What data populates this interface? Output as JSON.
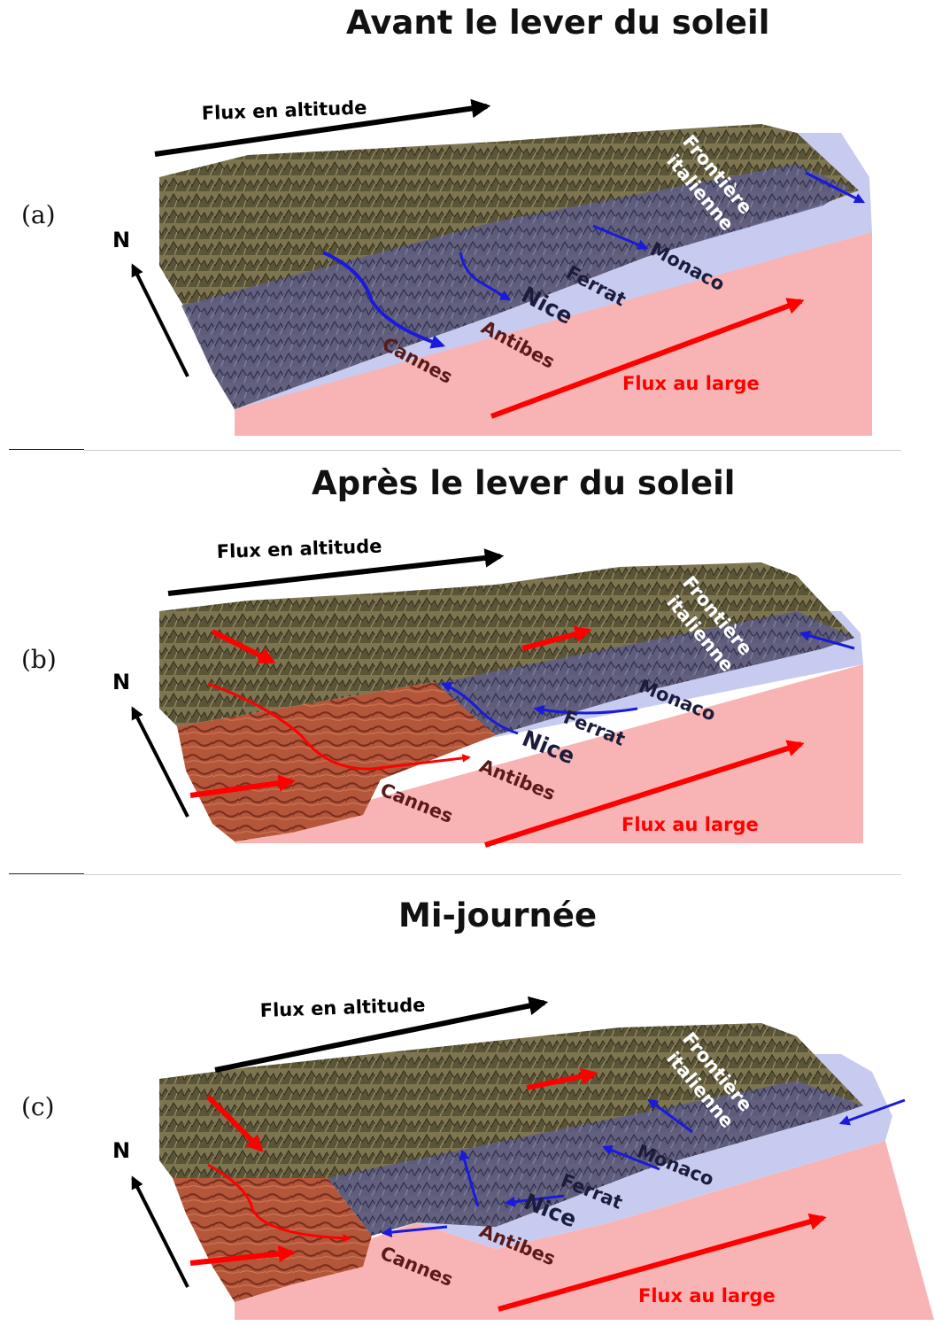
{
  "colors": {
    "mountain": "#7d7450",
    "mountain_dark": "#4a4530",
    "sea": "#f8b4b4",
    "coast_band": "#c8cbf0",
    "shadow_band": "#5a5a8a",
    "warm_land": "#b5563a",
    "blue_arrow": "#1a1adc",
    "red_arrow": "#ff0000",
    "black_arrow": "#000000"
  },
  "panels": [
    {
      "label": "(a)",
      "title": "Avant le lever du soleil",
      "labels": {
        "upper_flow": "Flux en altitude",
        "offshore_flow": "Flux au large",
        "north": "N",
        "border_line1": "Frontière",
        "border_line2": "italienne",
        "monaco": "Monaco",
        "ferrat": "Ferrat",
        "nice": "Nice",
        "antibes": "Antibes",
        "cannes": "Cannes"
      }
    },
    {
      "label": "(b)",
      "title": "Après le lever du soleil",
      "labels": {
        "upper_flow": "Flux en altitude",
        "offshore_flow": "Flux au large",
        "north": "N",
        "border_line1": "Frontière",
        "border_line2": "italienne",
        "monaco": "Monaco",
        "ferrat": "Ferrat",
        "nice": "Nice",
        "antibes": "Antibes",
        "cannes": "Cannes"
      }
    },
    {
      "label": "(c)",
      "title": "Mi-journée",
      "labels": {
        "upper_flow": "Flux en altitude",
        "offshore_flow": "Flux au large",
        "north": "N",
        "border_line1": "Frontière",
        "border_line2": "italienne",
        "monaco": "Monaco",
        "ferrat": "Ferrat",
        "nice": "Nice",
        "antibes": "Antibes",
        "cannes": "Cannes"
      }
    }
  ]
}
